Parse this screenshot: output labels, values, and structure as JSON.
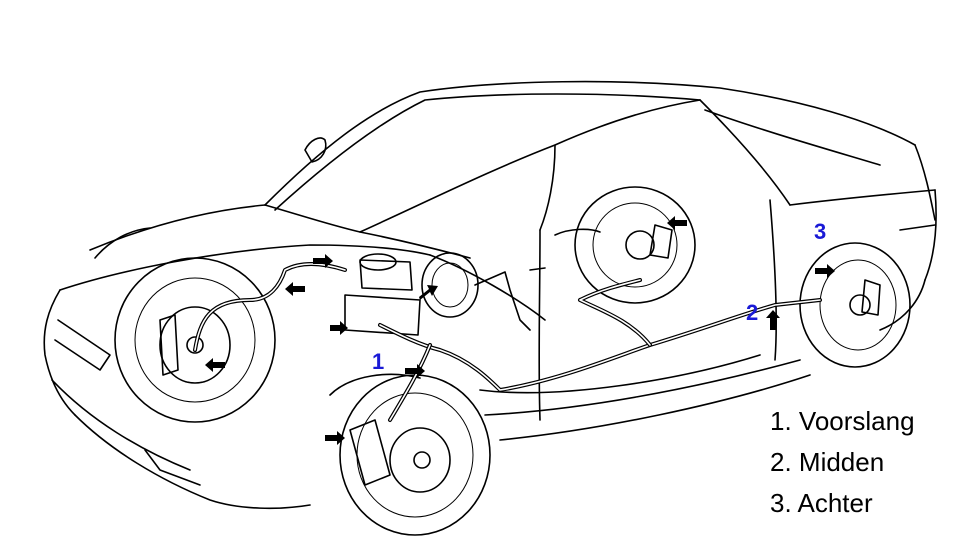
{
  "diagram": {
    "callouts": [
      {
        "id": "1",
        "text": "1"
      },
      {
        "id": "2",
        "text": "2"
      },
      {
        "id": "3",
        "text": "3"
      }
    ],
    "legend": [
      {
        "text": "1. Voorslang"
      },
      {
        "text": "2. Midden"
      },
      {
        "text": "3. Achter"
      }
    ],
    "colors": {
      "callout": "#1a1ad6",
      "line": "#000000",
      "background": "#ffffff"
    }
  }
}
